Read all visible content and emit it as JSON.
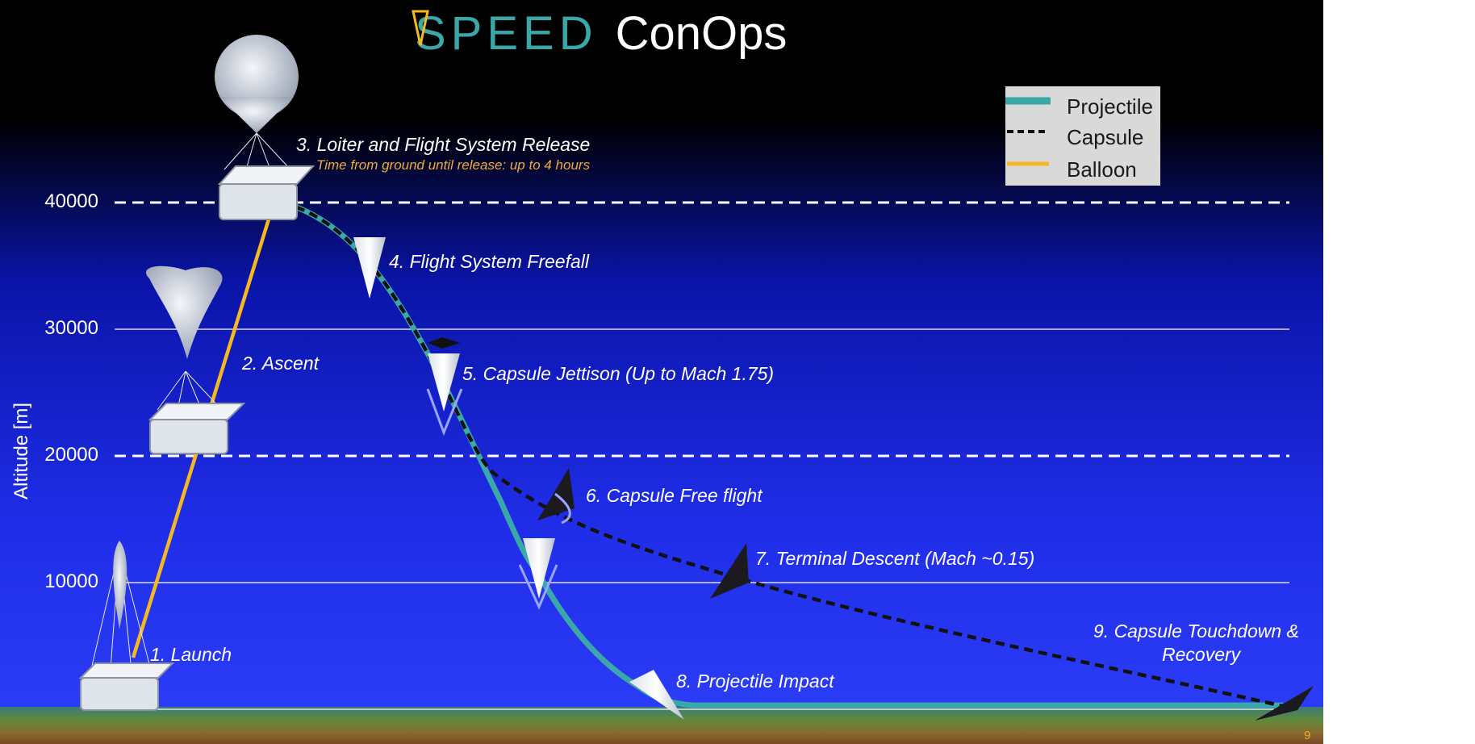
{
  "title": {
    "logo": "SPEED",
    "text": "ConOps"
  },
  "axis": {
    "label": "Altitude [m]",
    "ticks": [
      "40000",
      "30000",
      "20000",
      "10000"
    ]
  },
  "legend": [
    {
      "label": "Projectile",
      "color": "#3aa7a8",
      "style": "solid-thick"
    },
    {
      "label": "Capsule",
      "color": "#111111",
      "style": "dashed"
    },
    {
      "label": "Balloon",
      "color": "#f5b820",
      "style": "solid"
    }
  ],
  "steps": [
    {
      "label": "1. Launch"
    },
    {
      "label": "2. Ascent"
    },
    {
      "label": "3. Loiter and Flight System Release",
      "note": "Time from ground until release: up to 4 hours"
    },
    {
      "label": "4. Flight System Freefall"
    },
    {
      "label": "5. Capsule Jettison (Up to Mach 1.75)"
    },
    {
      "label": "6. Capsule Free flight"
    },
    {
      "label": "7. Terminal Descent (Mach ~0.15)"
    },
    {
      "label": "8. Projectile Impact"
    },
    {
      "label": "9. Capsule Touchdown &",
      "label2": "Recovery"
    }
  ],
  "page_number": "9",
  "colors": {
    "sky_top": "#000000",
    "sky_bottom": "#2a3cf5",
    "projectile": "#3aa7a8",
    "balloon": "#f5b820",
    "note": "#f2a93b"
  }
}
